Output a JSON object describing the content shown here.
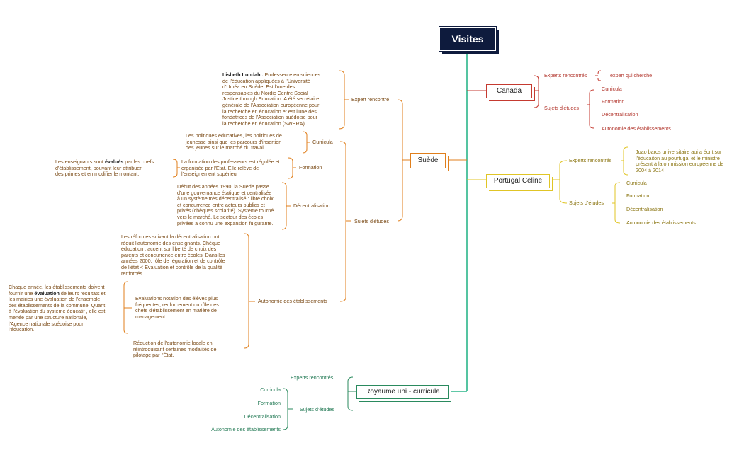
{
  "root": {
    "label": "Visites"
  },
  "canada": {
    "label": "Canada",
    "experts_label": "Experts rencontrés",
    "expert_detail": "expert qui cherche",
    "subjects_label": "Sujets d'études",
    "subjects": [
      "Curricula",
      "Formation",
      "Décentralisation",
      "Autonomie des établissements"
    ],
    "color": "#c53a30"
  },
  "portugal": {
    "label": "Portugal Celine",
    "experts_label": "Experts rencontrés",
    "expert_detail": "Joao baros universitaire aui a écrit sur\nl'éducaiton au pourtugal et le ministre\nprésent  à la ommission européenne de\n2004 à 2014",
    "subjects_label": "Sujets d'études",
    "subjects": [
      "Curricula",
      "Formation",
      "Décentralisation",
      "Autonomie des établissements"
    ],
    "color": "#e0c526"
  },
  "suede": {
    "label": "Suède",
    "expert_label": "Expert rencontré",
    "expert_name": "Lisbeth Lundahl.",
    "expert_text": " Professeure en sciences\nde l'éducation appliquées à l'Université\nd'Uméa en Suède. Est l'une des\nresponsables du Nordic Centre Social\nJustice through Education. A été secrétaire\ngénérale de l'Association européenne pour\nla recherche en éducation et est l'une des\nfondatrices de l'Association suédoise pour\nla recherche en éducation (SWERA).",
    "subjects_label": "Sujets d'études",
    "curricula_label": "Curricula",
    "curricula_text": "Les politiques éducatives, les politiques de\njeunesse ainsi que les parcours d'insertion\ndes jeunes sur le marché du travail.",
    "formation_label": "Formation",
    "formation_text": "La formation des professeurs est régulée et\norganisée par l'Etat. Elle relève de\nl'enseignement supérieur",
    "formation_sub_pre": "Les enseignants sont ",
    "formation_sub_bold": "évalués",
    "formation_sub_post": " par les chefs\nd'établissement, pouvant leur attribuer\ndes primes et en modifier le montant.",
    "decentral_label": "Décentralisation",
    "decentral_text": "Début des années 1990, la Suède passe\nd'une gouvernance étatique et centralisée\nà un système très décentralisé : libre choix\net concurrence entre acteurs publics et\nprivés (chèques scolarité). Système tourné\nvers le marché. Le secteur des écoles\nprivées a connu une expansion fulgurante.",
    "autonomie_label": "Autonomie des établissements",
    "autonomie_text1": "Les réformes suivant la décentralisation ont\nréduit l'autonomie des enseignants. Chèque\néducation : accent sur liberté de choix des\nparents et concurrence entre écoles. Dans les\nannées 2000, rôle de régulation et de contrôle\nde l'état < Evaluation et contrôle de la qualité\nrenforcés.",
    "autonomie_text2": "Evaluations notation des élèves plus\nfréquentes, renforcement du rôle des\nchefs d'établissement en matière de\nmanagement.",
    "autonomie_sub_pre": "Chaque année, les établissements doivent\nfournir une ",
    "autonomie_sub_bold": "évaluation",
    "autonomie_sub_post": " de leurs résultats et\nles mairies une évaluation de l'ensemble\ndes établissements de la commune. Quant\nà l'évaluation du système éducatif , elle est\nmenée par une structure nationale,\nl'Agence nationale suédoise pour\nl'éducation.",
    "autonomie_text3": "Réduction de l'autonomie locale en\nréintroduisant certaines modalités de\npilotage par l'État.",
    "color": "#e07f1c"
  },
  "uk": {
    "label": "Royaume uni - curricula",
    "experts_label": "Experts rencontrés",
    "subjects_label": "Sujets d'études",
    "subjects": [
      "Curricula",
      "Formation",
      "Décentralisation",
      "Autonomie des établissements"
    ],
    "color": "#2a8a5e"
  },
  "trunk_color": "#2bb58a"
}
